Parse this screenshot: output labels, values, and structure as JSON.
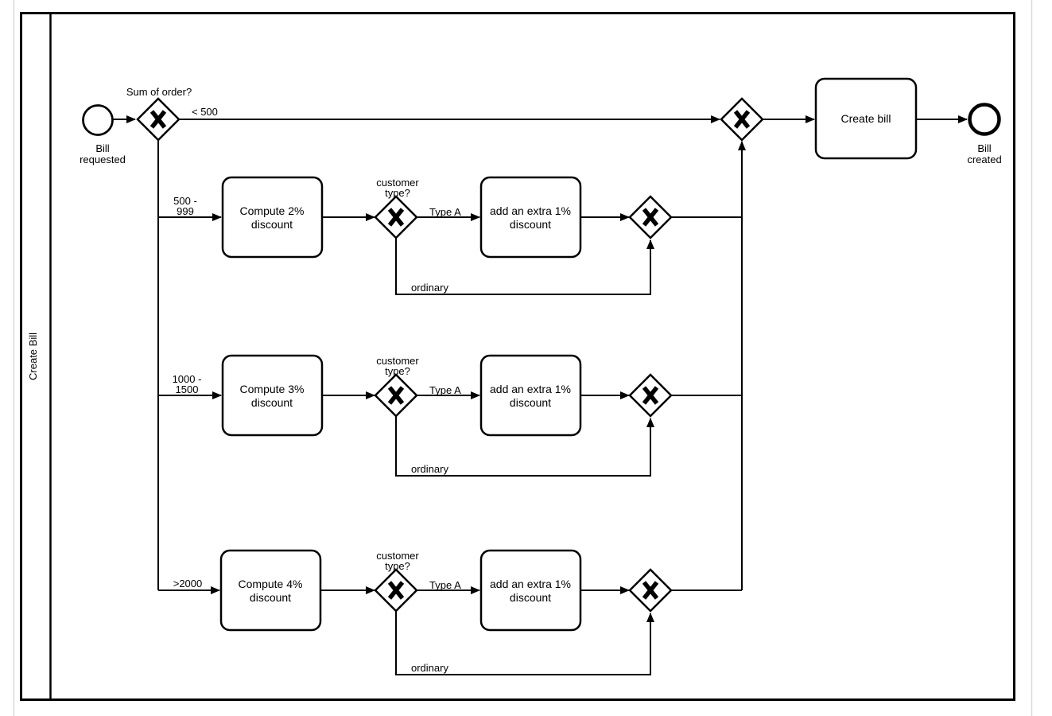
{
  "colors": {
    "stroke": "#000000",
    "fill": "#ffffff",
    "page_edge": "#d9d9d9"
  },
  "pool": {
    "label": "Create Bill"
  },
  "events": {
    "start": {
      "line1": "Bill",
      "line2": "requested"
    },
    "end": {
      "line1": "Bill",
      "line2": "created"
    }
  },
  "split": {
    "question": "Sum of order?",
    "default_condition": "< 500"
  },
  "final_task": {
    "label": "Create bill"
  },
  "rows": [
    {
      "condition_line1": "500 -",
      "condition_line2": "999",
      "task_line1": "Compute 2%",
      "task_line2": "discount",
      "question_line1": "customer",
      "question_line2": "type?",
      "type_a": "Type A",
      "extra_line1": "add an extra 1%",
      "extra_line2": "discount",
      "ordinary": "ordinary"
    },
    {
      "condition_line1": "1000 -",
      "condition_line2": "1500",
      "task_line1": "Compute 3%",
      "task_line2": "discount",
      "question_line1": "customer",
      "question_line2": "type?",
      "type_a": "Type A",
      "extra_line1": "add an extra 1%",
      "extra_line2": "discount",
      "ordinary": "ordinary"
    },
    {
      "condition": ">2000",
      "task_line1": "Compute 4%",
      "task_line2": "discount",
      "question_line1": "customer",
      "question_line2": "type?",
      "type_a": "Type A",
      "extra_line1": "add an extra 1%",
      "extra_line2": "discount",
      "ordinary": "ordinary"
    }
  ]
}
